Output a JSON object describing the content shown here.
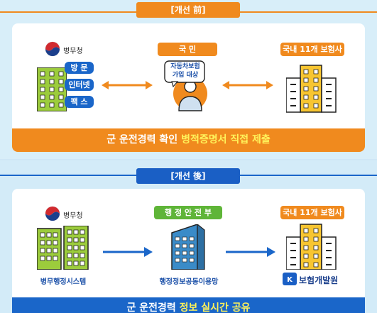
{
  "before": {
    "tag": "[개선 前]",
    "agency_name": "병무청",
    "channels": [
      "방 문",
      "인터넷",
      "팩 스"
    ],
    "citizen_label": "국  민",
    "bubble_line1": "자동차보험",
    "bubble_line2": "가입 대상",
    "insurers_label": "국내 11개 보험사",
    "banner_prefix": "군 운전경력 확인 ",
    "banner_highlight": "병적증명서 직접 제출"
  },
  "after": {
    "tag": "[개선 後]",
    "agency_name": "병무청",
    "gov_label": "행 정 안 전 부",
    "insurers_label": "국내 11개 보험사",
    "caption_left": "병무행정시스템",
    "caption_mid": "행정정보공동이용망",
    "kidi_name": "보험개발원",
    "banner_prefix": "군 운전경력 ",
    "banner_highlight": "정보 실시간 공유"
  },
  "colors": {
    "orange": "#f08a1e",
    "blue": "#1a66c9",
    "green_building": "#9ccc3c",
    "yellow_building": "#f7c531",
    "blue_building": "#3a8bc8"
  }
}
